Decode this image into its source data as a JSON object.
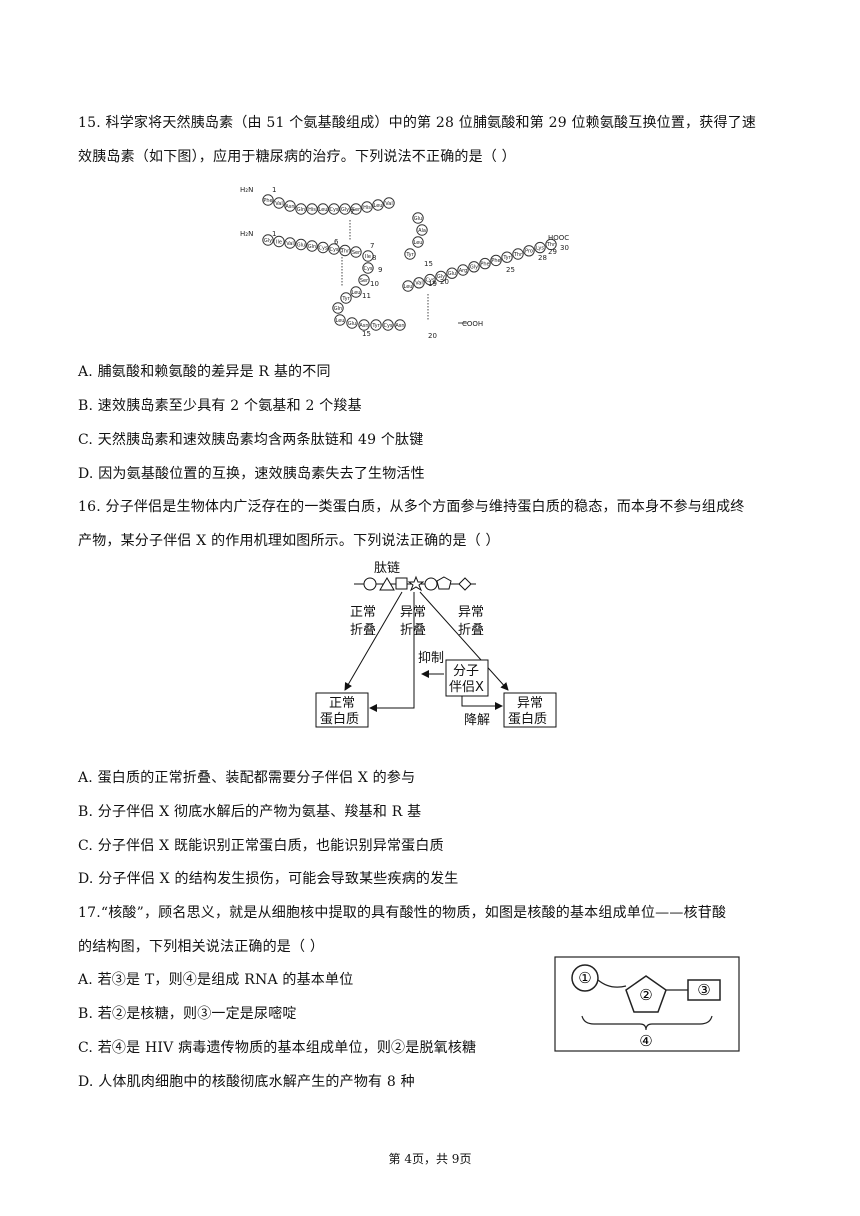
{
  "q15": {
    "line1": "15. 科学家将天然胰岛素（由 51 个氨基酸组成）中的第 28 位脯氨酸和第 29 位赖氨酸互换位置，获得了速",
    "line2": "效胰岛素（如下图），应用于糖尿病的治疗。下列说法不正确的是（        ）",
    "options": [
      "A.  脯氨酸和赖氨酸的差异是 R 基的不同",
      "B.  速效胰岛素至少具有 2 个氨基和 2 个羧基",
      "C.  天然胰岛素和速效胰岛素均含两条肽链和 49 个肽键",
      "D.  因为氨基酸位置的互换，速效胰岛素失去了生物活性"
    ],
    "figure": {
      "h2n_a": "H₂N",
      "h2n_b": "H₂N",
      "hooc": "HOOC",
      "cooh": "COOH",
      "nums": [
        "1",
        "7",
        "1",
        "6",
        "7",
        "8",
        "9",
        "10",
        "11",
        "15",
        "15",
        "19",
        "20",
        "25",
        "28",
        "29",
        "30",
        "20"
      ],
      "chainA": [
        "Phe",
        "Val",
        "Asn",
        "Gln",
        "His",
        "Leu",
        "Cys",
        "Gly",
        "Ser",
        "His",
        "Leu",
        "Val",
        "Glu",
        "Ala",
        "Leu",
        "Tyr"
      ],
      "chainB": [
        "Gly",
        "Ile",
        "Val",
        "Glu",
        "Gln",
        "Cys",
        "Cys",
        "Thr",
        "Ser",
        "Ile",
        "Cys",
        "Ser",
        "Leu",
        "Tyr",
        "Gln",
        "Leu",
        "Glu",
        "Asn",
        "Tyr",
        "Cys",
        "Asn"
      ],
      "chainC": [
        "Leu",
        "Val",
        "Cys",
        "Gly",
        "Glu",
        "Arg",
        "Gly",
        "Phe",
        "Phe",
        "Tyr",
        "Thr",
        "Pro",
        "Lys",
        "Thr"
      ]
    }
  },
  "q16": {
    "line1": "16. 分子伴侣是生物体内广泛存在的一类蛋白质，从多个方面参与维持蛋白质的稳态，而本身不参与组成终",
    "line2": "产物，某分子伴侣 X 的作用机理如图所示。下列说法正确的是（        ）",
    "diagram": {
      "peptide": "肽链",
      "normal_fold_1": "正常",
      "normal_fold_2": "折叠",
      "abn_fold_a1": "异常",
      "abn_fold_a2": "折叠",
      "abn_fold_b1": "异常",
      "abn_fold_b2": "折叠",
      "inhibit": "抑制",
      "chaperone_1": "分子",
      "chaperone_2": "伴侣X",
      "normal_protein_1": "正常",
      "normal_protein_2": "蛋白质",
      "abn_protein_1": "异常",
      "abn_protein_2": "蛋白质",
      "degrade": "降解"
    },
    "options": [
      "A.  蛋白质的正常折叠、装配都需要分子伴侣 X 的参与",
      "B.  分子伴侣 X 彻底水解后的产物为氨基、羧基和 R 基",
      "C.  分子伴侣 X 既能识别正常蛋白质，也能识别异常蛋白质",
      "D.  分子伴侣 X 的结构发生损伤，可能会导致某些疾病的发生"
    ]
  },
  "q17": {
    "line1": "17.“核酸”，顾名思义，就是从细胞核中提取的具有酸性的物质，如图是核酸的基本组成单位——核苷酸",
    "line2": "的结构图，下列相关说法正确的是（        ）",
    "diagram": {
      "c1": "①",
      "c2": "②",
      "c3": "③",
      "c4": "④"
    },
    "options": [
      "A.  若③是 T，则④是组成 RNA 的基本单位",
      "B.  若②是核糖，则③一定是尿嘧啶",
      "C.  若④是 HIV 病毒遗传物质的基本组成单位，则②是脱氧核糖",
      "D.  人体肌肉细胞中的核酸彻底水解产生的产物有 8 种"
    ]
  },
  "footer": "第 4页，共 9页"
}
